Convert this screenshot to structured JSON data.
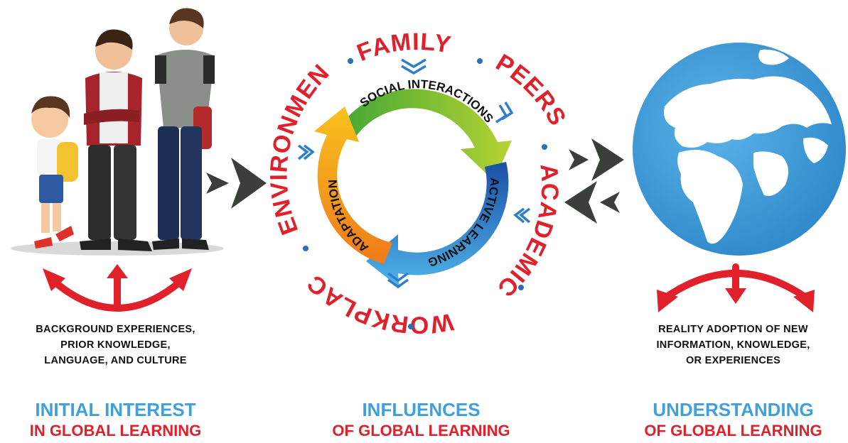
{
  "influences": {
    "family": "FAMILY",
    "peers": "PEERS",
    "academics": "ACADEMICS",
    "workplace": "WORKPLACE",
    "environment": "ENVIRONMENT"
  },
  "cycle": {
    "social": "SOCIAL INTERACTIONS",
    "active": "ACTIVE LEARNING",
    "adaptation": "ADAPTATION"
  },
  "left": {
    "lines": [
      "BACKGROUND EXPERIENCES,",
      "PRIOR KNOWLEDGE,",
      "LANGUAGE, AND CULTURE"
    ],
    "title": "INITIAL INTEREST",
    "subtitle": "IN GLOBAL LEARNING"
  },
  "middle": {
    "title": "INFLUENCES",
    "subtitle": "OF GLOBAL LEARNING"
  },
  "right": {
    "lines": [
      "REALITY ADOPTION OF NEW",
      "INFORMATION, KNOWLEDGE,",
      "OR EXPERIENCES"
    ],
    "title": "UNDERSTANDING",
    "subtitle": "OF GLOBAL LEARNING"
  },
  "colors": {
    "red": "#e0202a",
    "blue": "#3fa0dc",
    "dark_arrow": "#3a3f3a",
    "globe": "#3f9fdc",
    "cycle_green": "#6cbd3b",
    "cycle_blue": "#2f7fc8",
    "cycle_orange": "#f29a1e"
  }
}
